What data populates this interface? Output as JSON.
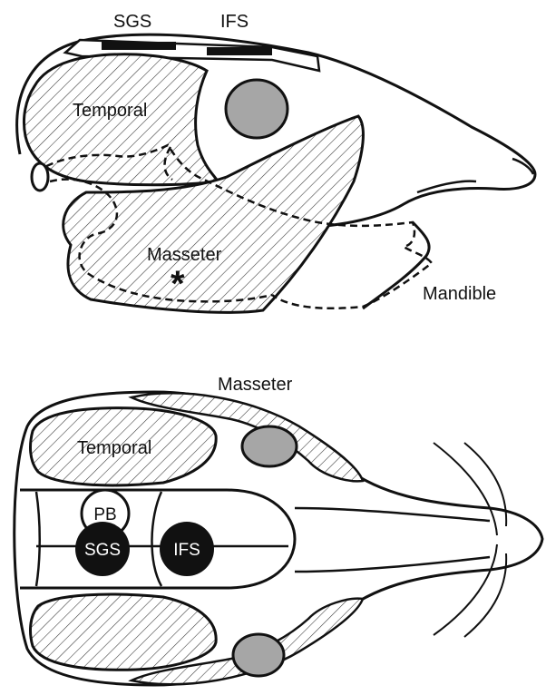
{
  "figure": {
    "lateral_view": {
      "labels": {
        "sgs": "SGS",
        "ifs": "IFS",
        "temporal": "Temporal",
        "masseter": "Masseter",
        "asterisk": "*",
        "mandible": "Mandible"
      }
    },
    "dorsal_view": {
      "labels": {
        "masseter": "Masseter",
        "temporal": "Temporal",
        "pb": "PB",
        "sgs": "SGS",
        "ifs": "IFS"
      }
    },
    "colors": {
      "outline": "#111111",
      "eye_fill": "#a6a6a6",
      "electrode_fill": "#111111",
      "hatch": "#333333",
      "background": "#ffffff"
    }
  }
}
